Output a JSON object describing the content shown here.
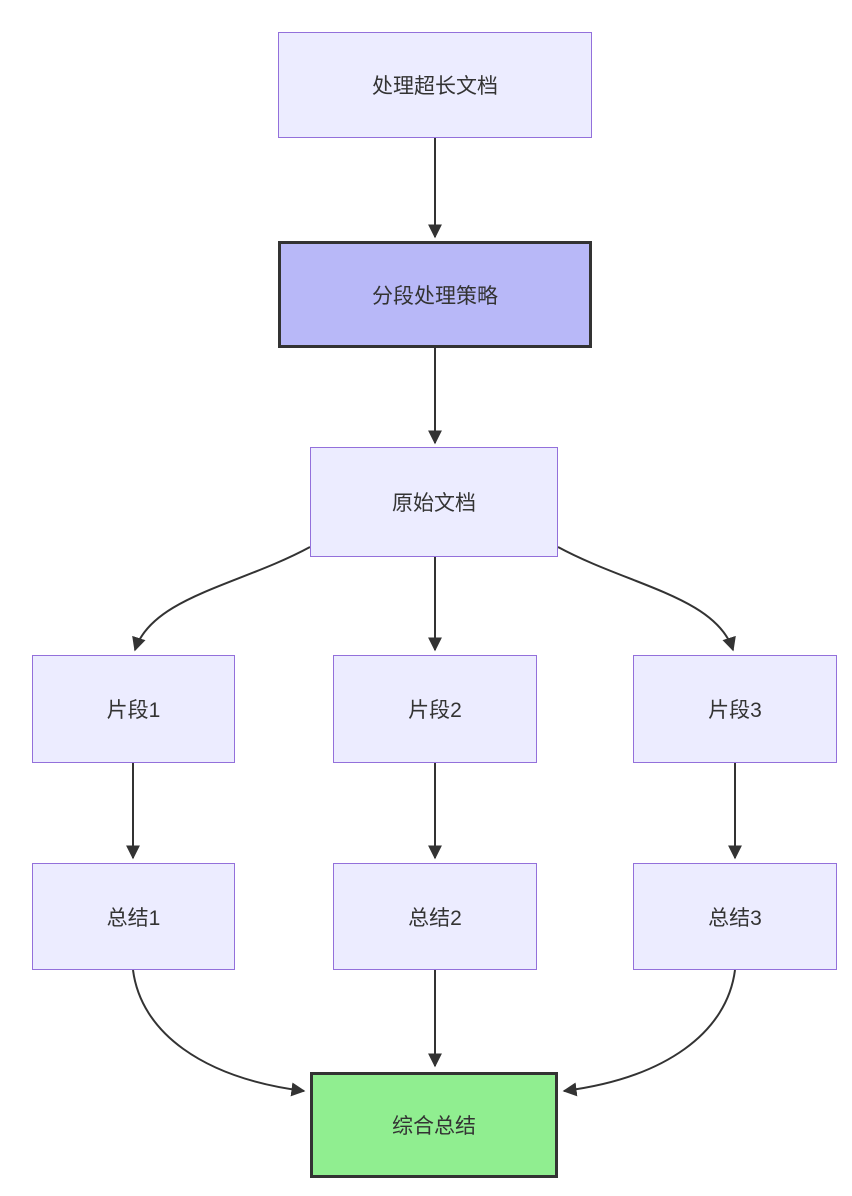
{
  "diagram": {
    "type": "flowchart",
    "direction": "top-down",
    "nodes": [
      {
        "id": "A",
        "label": "处理超长文档",
        "style": "default"
      },
      {
        "id": "B",
        "label": "分段处理策略",
        "style": "highlight"
      },
      {
        "id": "C",
        "label": "原始文档",
        "style": "default"
      },
      {
        "id": "D",
        "label": "片段1",
        "style": "default"
      },
      {
        "id": "E",
        "label": "片段2",
        "style": "default"
      },
      {
        "id": "F",
        "label": "片段3",
        "style": "default"
      },
      {
        "id": "G",
        "label": "总结1",
        "style": "default"
      },
      {
        "id": "H",
        "label": "总结2",
        "style": "default"
      },
      {
        "id": "I",
        "label": "总结3",
        "style": "default"
      },
      {
        "id": "J",
        "label": "综合总结",
        "style": "success"
      }
    ],
    "edges": [
      {
        "from": "A",
        "to": "B"
      },
      {
        "from": "B",
        "to": "C"
      },
      {
        "from": "C",
        "to": "D"
      },
      {
        "from": "C",
        "to": "E"
      },
      {
        "from": "C",
        "to": "F"
      },
      {
        "from": "D",
        "to": "G"
      },
      {
        "from": "E",
        "to": "H"
      },
      {
        "from": "F",
        "to": "I"
      },
      {
        "from": "G",
        "to": "J"
      },
      {
        "from": "H",
        "to": "J"
      },
      {
        "from": "I",
        "to": "J"
      }
    ],
    "colors": {
      "default_fill": "#ECECFF",
      "default_border": "#9370DB",
      "highlight_fill": "#b8b8f8",
      "highlight_border": "#333333",
      "success_fill": "#90EE90",
      "success_border": "#333333",
      "edge": "#333333",
      "text": "#333333",
      "background": "#ffffff"
    }
  }
}
